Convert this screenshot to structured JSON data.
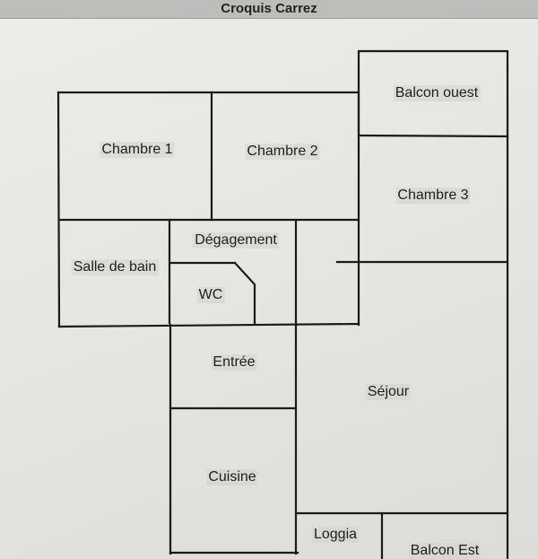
{
  "title": "Croquis Carrez",
  "rooms": {
    "balcon_ouest": "Balcon ouest",
    "chambre_1": "Chambre 1",
    "chambre_2": "Chambre 2",
    "chambre_3": "Chambre 3",
    "degagement": "Dégagement",
    "salle_de_bain": "Salle de bain",
    "wc": "WC",
    "entree": "Entrée",
    "sejour": "Séjour",
    "cuisine": "Cuisine",
    "loggia": "Loggia",
    "balcon_est": "Balcon Est"
  }
}
